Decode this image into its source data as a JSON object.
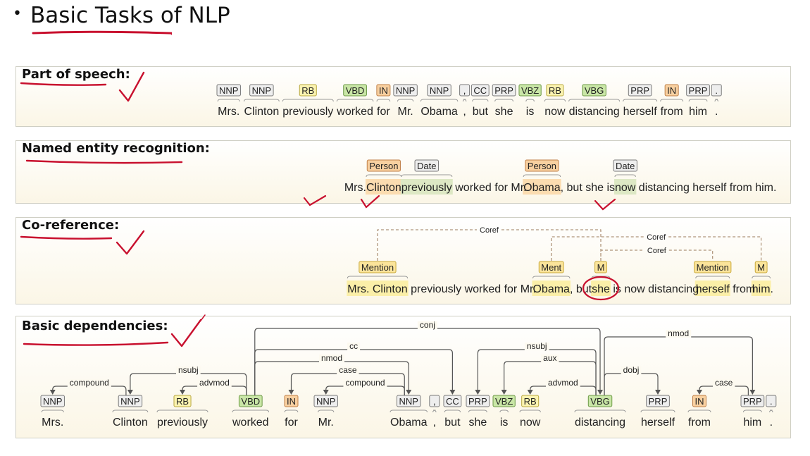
{
  "heading": {
    "bullet": "•",
    "text": "Basic Tasks of NLP"
  },
  "pos": {
    "label": "Part of speech:",
    "tokens": [
      {
        "w": "Mrs.",
        "t": "NNP",
        "c": "gray"
      },
      {
        "w": "Clinton",
        "t": "NNP",
        "c": "gray"
      },
      {
        "w": "previously",
        "t": "RB",
        "c": "yellow"
      },
      {
        "w": "worked",
        "t": "VBD",
        "c": "green"
      },
      {
        "w": "for",
        "t": "IN",
        "c": "orange"
      },
      {
        "w": "Mr.",
        "t": "NNP",
        "c": "gray"
      },
      {
        "w": "Obama",
        "t": "NNP",
        "c": "gray"
      },
      {
        "w": ",",
        "t": ",",
        "c": "gray"
      },
      {
        "w": "but",
        "t": "CC",
        "c": "gray"
      },
      {
        "w": "she",
        "t": "PRP",
        "c": "gray"
      },
      {
        "w": "is",
        "t": "VBZ",
        "c": "green"
      },
      {
        "w": "now",
        "t": "RB",
        "c": "yellow"
      },
      {
        "w": "distancing",
        "t": "VBG",
        "c": "green"
      },
      {
        "w": "herself",
        "t": "PRP",
        "c": "gray"
      },
      {
        "w": "from",
        "t": "IN",
        "c": "orange"
      },
      {
        "w": "him",
        "t": "PRP",
        "c": "gray"
      },
      {
        "w": ".",
        "t": ".",
        "c": "gray"
      }
    ]
  },
  "ner": {
    "label": "Named entity recognition:",
    "segments": [
      "Mrs. ",
      "Clinton",
      " ",
      "previously",
      " worked for Mr. ",
      "Obama",
      ", but she is ",
      "now",
      " distancing herself from him."
    ],
    "entities": [
      {
        "seg": 1,
        "tag": "Person",
        "c": "orange"
      },
      {
        "seg": 3,
        "tag": "Date",
        "c": "gray"
      },
      {
        "seg": 5,
        "tag": "Person",
        "c": "orange"
      },
      {
        "seg": 7,
        "tag": "Date",
        "c": "gray"
      }
    ]
  },
  "coref": {
    "label": "Co-reference:",
    "segments": [
      "Mrs. Clinton",
      " previously worked for Mr. ",
      "Obama",
      ", but ",
      "she",
      " is now distancing ",
      "herself",
      " from ",
      "him",
      "."
    ],
    "mentions": [
      {
        "seg": 0,
        "tag": "Mention"
      },
      {
        "seg": 2,
        "tag": "Ment"
      },
      {
        "seg": 4,
        "tag": "M"
      },
      {
        "seg": 6,
        "tag": "Mention"
      },
      {
        "seg": 8,
        "tag": "M"
      }
    ],
    "links": [
      {
        "from": 0,
        "to": 4,
        "label": "Coref"
      },
      {
        "from": 2,
        "to": 8,
        "label": "Coref"
      },
      {
        "from": 4,
        "to": 6,
        "label": "Coref"
      }
    ]
  },
  "dep": {
    "label": "Basic dependencies:",
    "tokens": [
      {
        "w": "Mrs.",
        "t": "NNP",
        "c": "gray"
      },
      {
        "w": "Clinton",
        "t": "NNP",
        "c": "gray"
      },
      {
        "w": "previously",
        "t": "RB",
        "c": "yellow"
      },
      {
        "w": "worked",
        "t": "VBD",
        "c": "green"
      },
      {
        "w": "for",
        "t": "IN",
        "c": "orange"
      },
      {
        "w": "Mr.",
        "t": "NNP",
        "c": "gray"
      },
      {
        "w": "Obama",
        "t": "NNP",
        "c": "gray"
      },
      {
        "w": ",",
        "t": ",",
        "c": "gray"
      },
      {
        "w": "but",
        "t": "CC",
        "c": "gray"
      },
      {
        "w": "she",
        "t": "PRP",
        "c": "gray"
      },
      {
        "w": "is",
        "t": "VBZ",
        "c": "green"
      },
      {
        "w": "now",
        "t": "RB",
        "c": "yellow"
      },
      {
        "w": "distancing",
        "t": "VBG",
        "c": "green"
      },
      {
        "w": "herself",
        "t": "PRP",
        "c": "gray"
      },
      {
        "w": "from",
        "t": "IN",
        "c": "orange"
      },
      {
        "w": "him",
        "t": "PRP",
        "c": "gray"
      },
      {
        "w": ".",
        "t": ".",
        "c": "gray"
      }
    ],
    "arcs": [
      {
        "h": 1,
        "d": 0,
        "label": "compound"
      },
      {
        "h": 3,
        "d": 1,
        "label": "nsubj"
      },
      {
        "h": 3,
        "d": 2,
        "label": "advmod"
      },
      {
        "h": 3,
        "d": 6,
        "label": "nmod"
      },
      {
        "h": 6,
        "d": 4,
        "label": "case"
      },
      {
        "h": 6,
        "d": 5,
        "label": "compound"
      },
      {
        "h": 3,
        "d": 8,
        "label": "cc"
      },
      {
        "h": 3,
        "d": 12,
        "label": "conj"
      },
      {
        "h": 12,
        "d": 9,
        "label": "nsubj"
      },
      {
        "h": 12,
        "d": 10,
        "label": "aux"
      },
      {
        "h": 12,
        "d": 11,
        "label": "advmod"
      },
      {
        "h": 12,
        "d": 13,
        "label": "dobj"
      },
      {
        "h": 12,
        "d": 15,
        "label": "nmod"
      },
      {
        "h": 15,
        "d": 14,
        "label": "case"
      }
    ]
  },
  "colors": {
    "gray": {
      "fill": "#eeeeee",
      "stroke": "#7a7a7a"
    },
    "yellow": {
      "fill": "#fbf3b0",
      "stroke": "#b8a840"
    },
    "green": {
      "fill": "#c9e6a6",
      "stroke": "#6e9a48"
    },
    "orange": {
      "fill": "#f8d0a0",
      "stroke": "#c08048"
    },
    "mention": {
      "fill": "#fbe49a",
      "stroke": "#c9a93a"
    },
    "highlight_orange": "#fbdcb0",
    "highlight_gray": "#dde8c4",
    "highlight_yellow": "#fbefa8",
    "ink": "#c8102e"
  }
}
